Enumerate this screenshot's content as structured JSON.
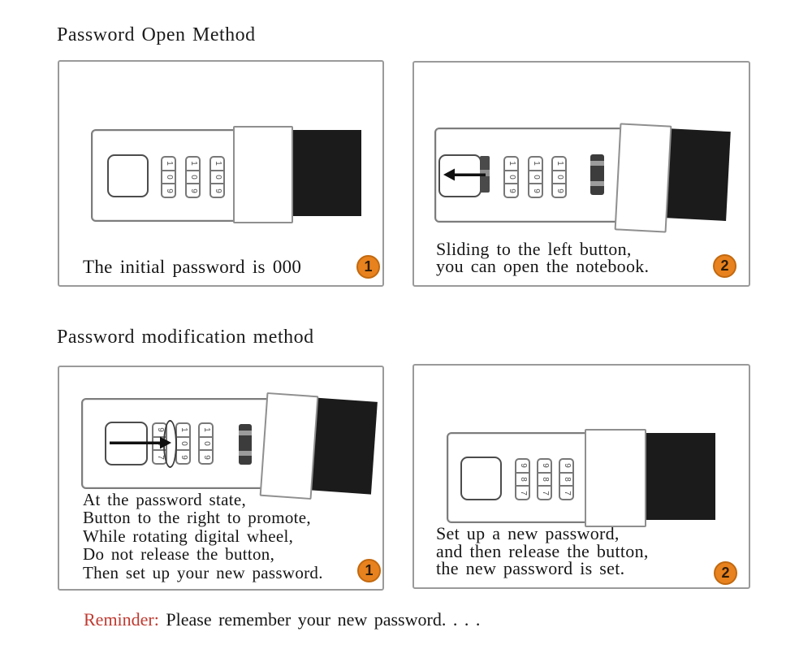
{
  "colors": {
    "badge_fill": "#e8821e",
    "badge_border": "#c2690f",
    "reminder_red": "#bf3a30",
    "ink": "#1d1d1d",
    "panel_border": "#9a9a9a",
    "bolt_black": "#1b1b1b"
  },
  "sections": {
    "open": {
      "title": "Password Open Method"
    },
    "modify": {
      "title": "Password modification method"
    }
  },
  "panels": [
    {
      "step": "1",
      "lines": [
        "The initial password is 000"
      ],
      "wheels": [
        [
          "1",
          "0",
          "9"
        ],
        [
          "1",
          "0",
          "9"
        ],
        [
          "1",
          "0",
          "9"
        ]
      ]
    },
    {
      "step": "2",
      "lines": [
        "Sliding to the left button,",
        "you can open the notebook."
      ],
      "wheels": [
        [
          "1",
          "0",
          "9"
        ],
        [
          "1",
          "0",
          "9"
        ],
        [
          "1",
          "0",
          "9"
        ]
      ]
    },
    {
      "step": "1",
      "lines": [
        "At the password state,",
        "Button to the right to promote,",
        "While rotating digital wheel,",
        "Do not release the button,",
        "Then set up your new password."
      ],
      "wheels": [
        [
          "9",
          "8",
          "7"
        ],
        [
          "1",
          "0",
          "9"
        ],
        [
          "1",
          "0",
          "9"
        ]
      ]
    },
    {
      "step": "2",
      "lines": [
        "Set up a new password,",
        "and then release the button,",
        "the new password is set."
      ],
      "wheels": [
        [
          "9",
          "8",
          "7"
        ],
        [
          "9",
          "8",
          "7"
        ],
        [
          "9",
          "8",
          "7"
        ]
      ]
    }
  ],
  "reminder": {
    "label": "Reminder:",
    "text": "Please remember your new password. . . ."
  }
}
